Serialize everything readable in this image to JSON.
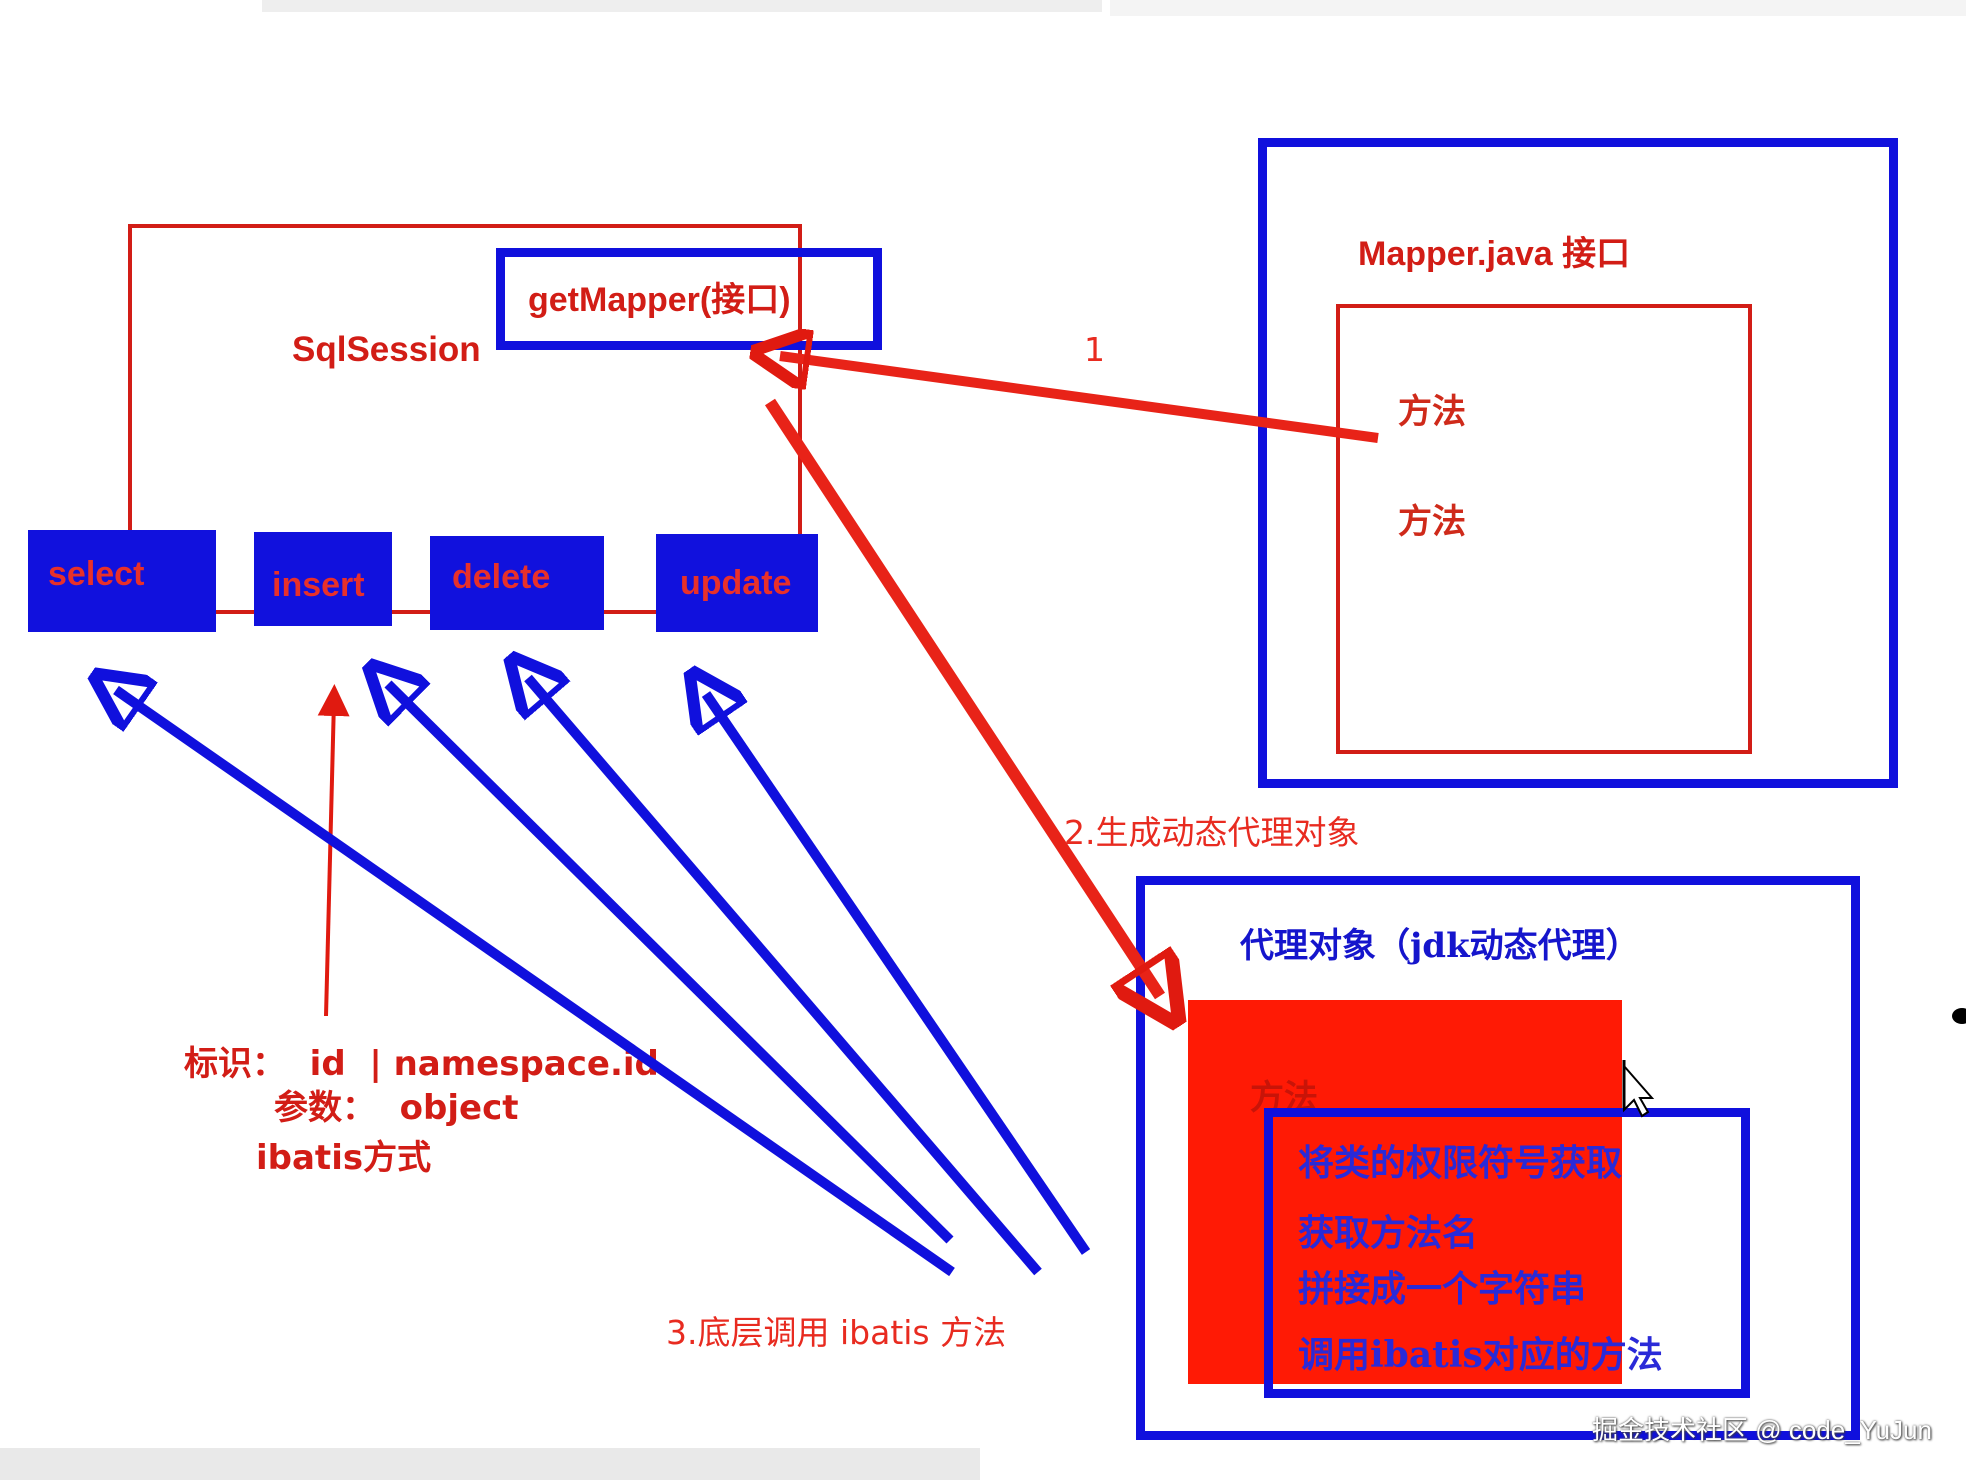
{
  "sqlsession": {
    "title": "SqlSession",
    "get_mapper": "getMapper(接口)"
  },
  "operations": {
    "select": "select",
    "insert": "insert",
    "delete": "delete",
    "update": "update"
  },
  "mapper": {
    "title": "Mapper.java 接口",
    "method1": "方法",
    "method2": "方法"
  },
  "proxy": {
    "title": "代理对象（jdk动态代理）",
    "method": "方法",
    "steps": [
      "将类的权限符号获取",
      "获取方法名",
      "拼接成一个字符串",
      "调用ibatis对应的方法"
    ]
  },
  "arrows": {
    "step1": "1",
    "step2": "2.生成动态代理对象",
    "step3": "3.底层调用 ibatis 方法"
  },
  "ibatis_notes": {
    "line1": "标识：  id  | namespace.id",
    "line2": "参数：  object",
    "line3": "ibatis方式"
  },
  "watermark": "掘金技术社区 @ code_YuJun",
  "colors": {
    "red": "#d21d16",
    "blue": "#1010dd",
    "fill_red": "#ff1a05"
  }
}
